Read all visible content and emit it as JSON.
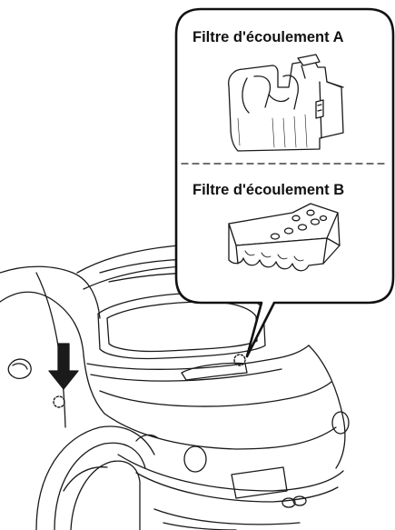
{
  "callout": {
    "filter_a_label": "Filtre d'écoulement A",
    "filter_b_label": "Filtre d'écoulement B"
  },
  "colors": {
    "line": "#1a1a1a",
    "background": "#ffffff",
    "panel_shade": "#f2f2f2"
  },
  "icons": [
    "car-rear-illustration",
    "down-arrow-icon",
    "dashed-circle-marker",
    "filter-a-icon",
    "filter-b-icon"
  ]
}
